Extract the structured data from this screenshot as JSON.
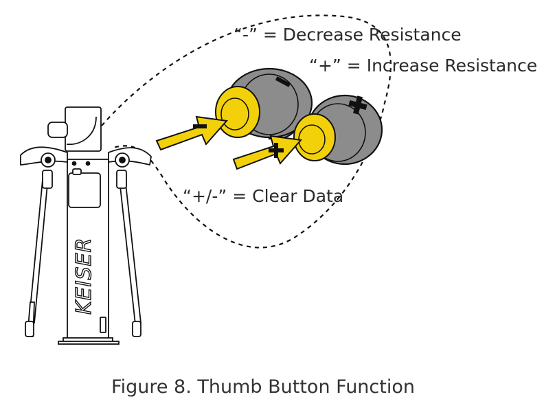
{
  "labels": {
    "decrease": "“-” = Decrease Resistance",
    "increase": "“+” = Increase Resistance",
    "clear": "“+/-” = Clear Data"
  },
  "caption": "Figure 8. Thumb Button Function",
  "brand": "KEISER",
  "button_symbols": {
    "minus": "−",
    "plus": "+"
  },
  "colors": {
    "button_yellow": "#f3d10a",
    "arrow_yellow": "#f3d10a",
    "knob_gray": "#8c8c8c",
    "outline": "#111111"
  },
  "icons": [
    "minus-button-icon",
    "plus-button-icon",
    "arrow-icon",
    "keiser-machine-icon"
  ]
}
